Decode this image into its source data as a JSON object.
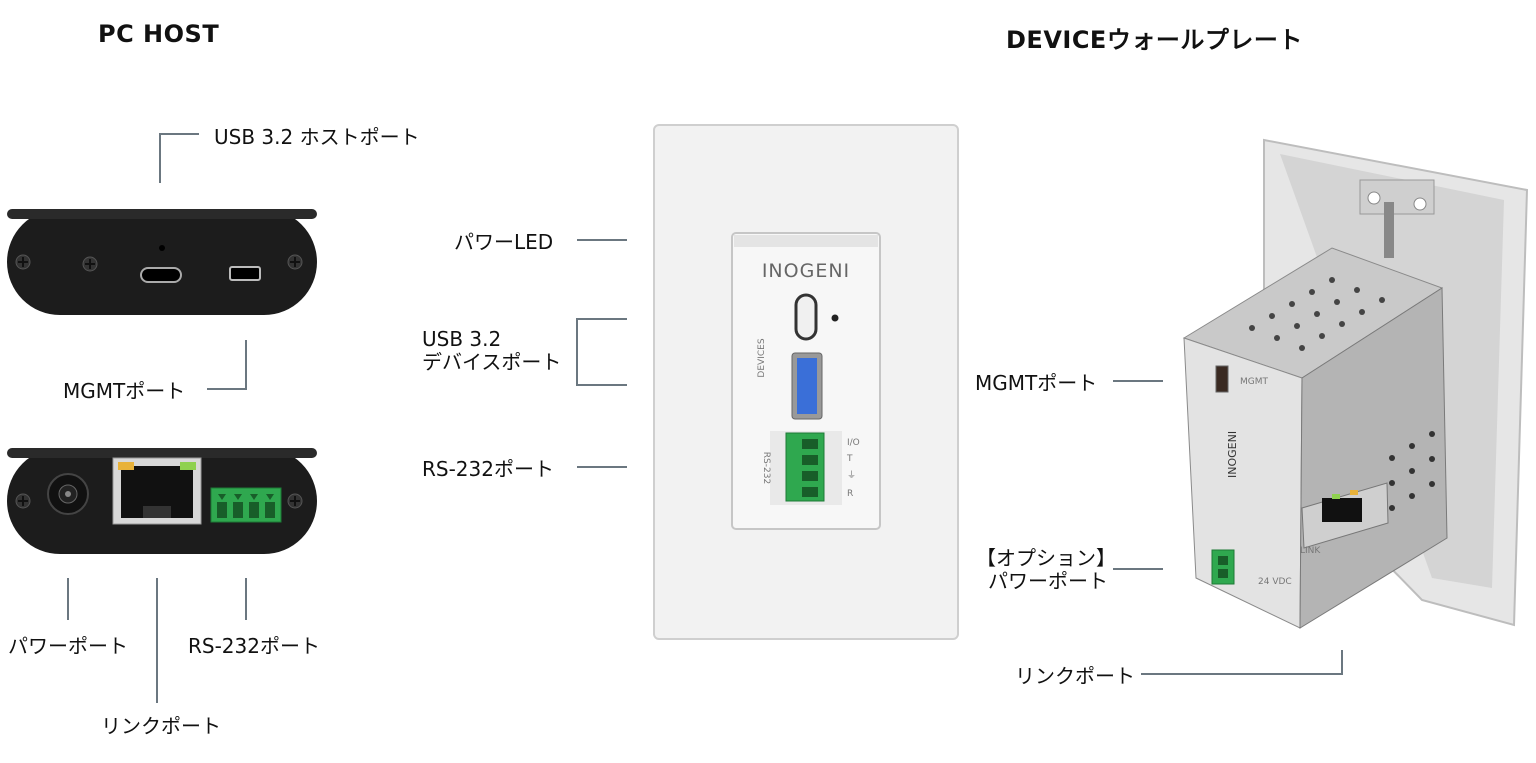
{
  "titles": {
    "pc_host": "PC HOST",
    "device_wallplate": "DEVICEウォールプレート"
  },
  "pc_host": {
    "usb_host_port": "USB 3.2 ホストポート",
    "mgmt_port": "MGMTポート",
    "power_port": "パワーポート",
    "link_port": "リンクポート",
    "rs232_port": "RS-232ポート"
  },
  "wallplate_front": {
    "power_led": "パワーLED",
    "usb_device_port_line1": "USB 3.2",
    "usb_device_port_line2": "デバイスポート",
    "rs232_port": "RS-232ポート",
    "brand": "INOGENI",
    "devices_text": "DEVICES",
    "rs232_text": "RS-232",
    "pin_labels": [
      "I/O",
      "T",
      "⏚",
      "R"
    ]
  },
  "wallplate_rear": {
    "mgmt_port": "MGMTポート",
    "optional_power_line1": "【オプション】",
    "optional_power_line2": "パワーポート",
    "link_port": "リンクポート",
    "brand": "INOGENI",
    "mgmt_text": "MGMT",
    "link_text": "LINK",
    "vdc_text": "24 VDC"
  },
  "colors": {
    "leader_line": "#6b7780",
    "host_body": "#1c1c1c",
    "terminal_green": "#2fa84f",
    "usb_blue": "#3a6fd8",
    "led_green": "#8fd14f",
    "led_amber": "#e8b23a"
  }
}
